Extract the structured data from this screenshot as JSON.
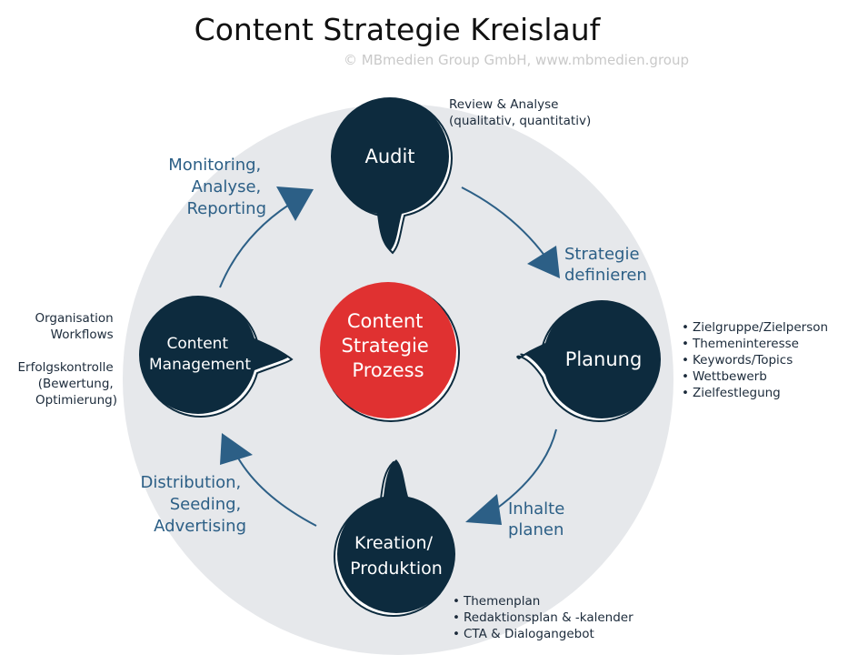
{
  "title": "Content Strategie Kreislauf",
  "copyright": "© MBmedien Group GmbH, www.mbmedien.group",
  "colors": {
    "background_circle": "#e6e8eb",
    "node": "#0d2b3e",
    "center": "#e03131",
    "arrow": "#2c5f86",
    "text_dark": "#1b2a3a"
  },
  "center": {
    "lines": [
      "Content",
      "Strategie",
      "Prozess"
    ]
  },
  "nodes": {
    "audit": {
      "lines": [
        "Audit"
      ]
    },
    "planung": {
      "lines": [
        "Planung"
      ]
    },
    "kreation": {
      "lines": [
        "Kreation/",
        "Produktion"
      ]
    },
    "content_management": {
      "lines": [
        "Content",
        "Management"
      ]
    }
  },
  "arrows": {
    "strategie": {
      "lines": [
        "Strategie",
        "definieren"
      ]
    },
    "inhalte": {
      "lines": [
        "Inhalte",
        "planen"
      ]
    },
    "distribution": {
      "lines": [
        "Distribution,",
        "Seeding,",
        "Advertising"
      ]
    },
    "monitoring": {
      "lines": [
        "Monitoring,",
        "Analyse,",
        "Reporting"
      ]
    }
  },
  "notes": {
    "audit": [
      "Review & Analyse",
      "(qualitativ, quantitativ)"
    ],
    "content_management": [
      "Organisation",
      "Workflows",
      "Erfolgskontrolle",
      "(Bewertung,",
      "Optimierung)"
    ]
  },
  "bullets": {
    "planung": [
      "Zielgruppe/Zielperson",
      "Themeninteresse",
      "Keywords/Topics",
      "Wettbewerb",
      "Zielfestlegung"
    ],
    "kreation": [
      "Themenplan",
      "Redaktionsplan & -kalender",
      "CTA & Dialogangebot"
    ]
  }
}
